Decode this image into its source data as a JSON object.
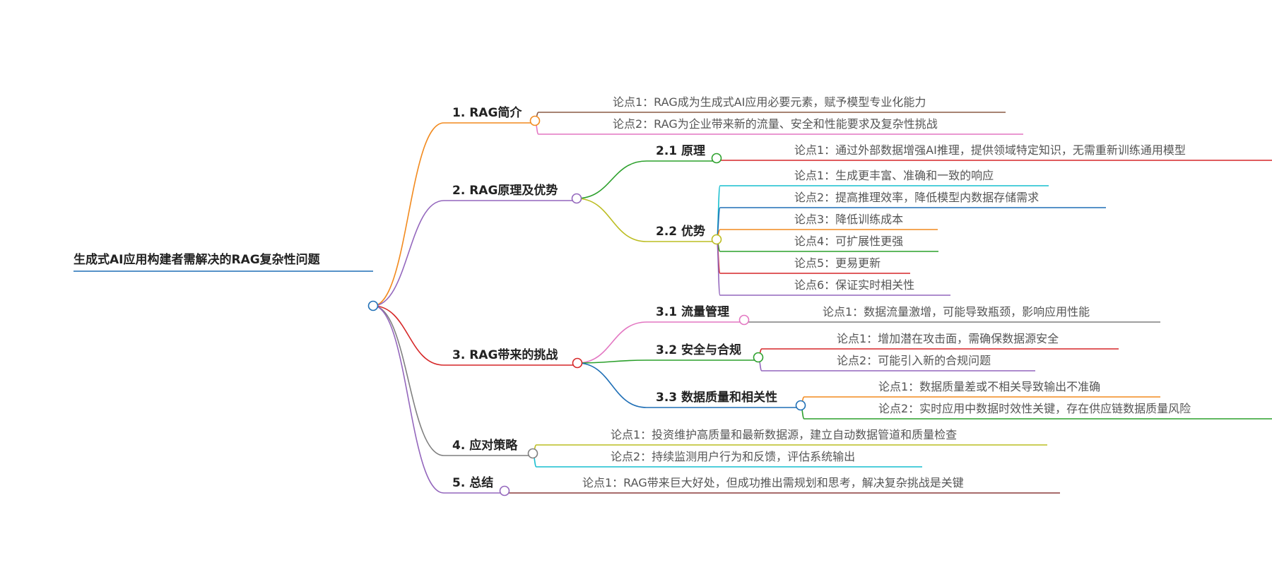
{
  "root": {
    "label": "生成式AI应用构建者需解决的RAG复杂性问题",
    "color": "#1f6fb6",
    "children": [
      {
        "label": "1. RAG简介",
        "color": "#f28a1e",
        "children": [
          {
            "label": "论点1：RAG成为生成式AI应用必要元素，赋予模型专业化能力",
            "color": "#8a5a44"
          },
          {
            "label": "论点2：RAG为企业带来新的流量、安全和性能要求及复杂性挑战",
            "color": "#e377c2"
          }
        ]
      },
      {
        "label": "2. RAG原理及优势",
        "color": "#9467bd",
        "children": [
          {
            "label": "2.1 原理",
            "color": "#2ca02c",
            "children": [
              {
                "label": "论点1：通过外部数据增强AI推理，提供领域特定知识，无需重新训练通用模型",
                "color": "#d62728"
              }
            ]
          },
          {
            "label": "2.2 优势",
            "color": "#bcbd22",
            "children": [
              {
                "label": "论点1：生成更丰富、准确和一致的响应",
                "color": "#17becf"
              },
              {
                "label": "论点2：提高推理效率，降低模型内数据存储需求",
                "color": "#1f6fb6"
              },
              {
                "label": "论点3：降低训练成本",
                "color": "#f28a1e"
              },
              {
                "label": "论点4：可扩展性更强",
                "color": "#2ca02c"
              },
              {
                "label": "论点5：更易更新",
                "color": "#d62728"
              },
              {
                "label": "论点6：保证实时相关性",
                "color": "#9467bd"
              }
            ]
          }
        ]
      },
      {
        "label": "3. RAG带来的挑战",
        "color": "#d62728",
        "children": [
          {
            "label": "3.1 流量管理",
            "color": "#e377c2",
            "children": [
              {
                "label": "论点1：数据流量激增，可能导致瓶颈，影响应用性能",
                "color": "#7f7f7f"
              }
            ]
          },
          {
            "label": "3.2 安全与合规",
            "color": "#2ca02c",
            "children": [
              {
                "label": "论点1：增加潜在攻击面，需确保数据源安全",
                "color": "#d62728"
              },
              {
                "label": "论点2：可能引入新的合规问题",
                "color": "#9467bd"
              }
            ]
          },
          {
            "label": "3.3 数据质量和相关性",
            "color": "#1f6fb6",
            "children": [
              {
                "label": "论点1：数据质量差或不相关导致输出不准确",
                "color": "#f28a1e"
              },
              {
                "label": "论点2：实时应用中数据时效性关键，存在供应链数据质量风险",
                "color": "#2ca02c"
              }
            ]
          }
        ]
      },
      {
        "label": "4. 应对策略",
        "color": "#7f7f7f",
        "children": [
          {
            "label": "论点1：投资维护高质量和最新数据源，建立自动数据管道和质量检查",
            "color": "#bcbd22"
          },
          {
            "label": "论点2：持续监测用户行为和反馈，评估系统输出",
            "color": "#17becf"
          }
        ]
      },
      {
        "label": "5. 总结",
        "color": "#9467bd",
        "children": [
          {
            "label": "论点1：RAG带来巨大好处，但成功推出需规划和思考，解决复杂挑战是关键",
            "color": "#8b3a3a"
          }
        ]
      }
    ]
  }
}
